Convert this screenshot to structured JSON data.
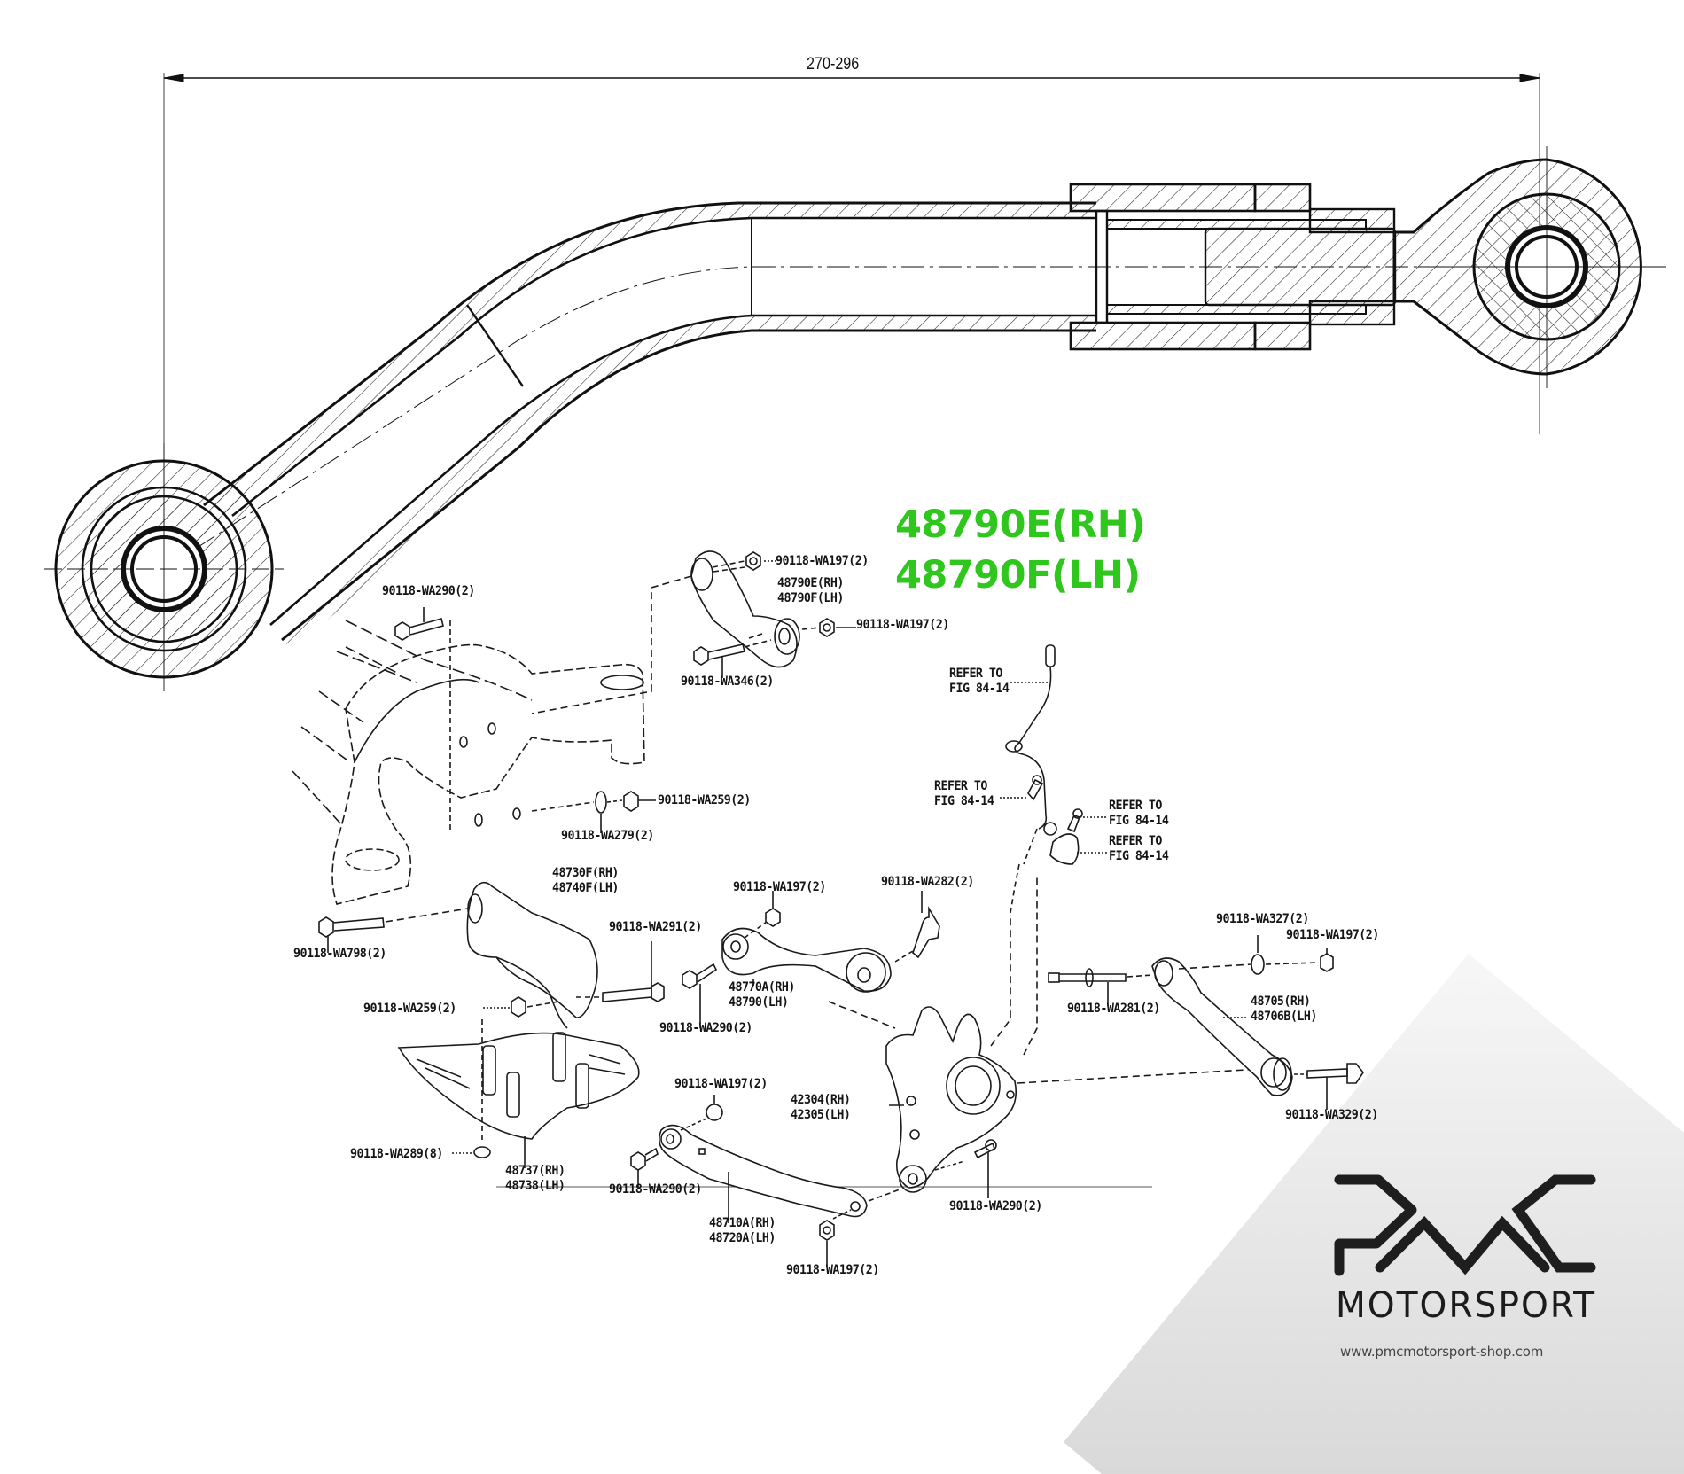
{
  "title": "Rear suspension upper control arm 48790E/48790F exploded parts diagram",
  "dimension": {
    "label": "270-296"
  },
  "highlight": {
    "part_rh": "48790E(RH)",
    "part_lh": "48790F(LH)",
    "color": "#2fc61e"
  },
  "callouts": [
    {
      "id": "nut-upper-arm-top",
      "lines": [
        "90118-WA197(2)"
      ]
    },
    {
      "id": "upper-arm",
      "lines": [
        "48790E(RH)",
        "48790F(LH)"
      ]
    },
    {
      "id": "nut-upper-arm-bottom",
      "lines": [
        "90118-WA197(2)"
      ]
    },
    {
      "id": "bolt-upper-arm",
      "lines": [
        "90118-WA346(2)"
      ]
    },
    {
      "id": "bolt-subframe-top",
      "lines": [
        "90118-WA290(2)"
      ]
    },
    {
      "id": "refer-sensor-top",
      "lines": [
        "REFER TO",
        "FIG 84-14"
      ]
    },
    {
      "id": "refer-sensor-bolt",
      "lines": [
        "REFER TO",
        "FIG 84-14"
      ]
    },
    {
      "id": "refer-bolt-right",
      "lines": [
        "REFER TO",
        "FIG 84-14"
      ]
    },
    {
      "id": "refer-cover",
      "lines": [
        "REFER TO",
        "FIG 84-14"
      ]
    },
    {
      "id": "nut-subframe",
      "lines": [
        "90118-WA259(2)"
      ]
    },
    {
      "id": "washer-subframe",
      "lines": [
        "90118-WA279(2)"
      ]
    },
    {
      "id": "lower-arm-bracket",
      "lines": [
        "48730F(RH)",
        "48740F(LH)"
      ]
    },
    {
      "id": "nut-toe-arm",
      "lines": [
        "90118-WA197(2)"
      ]
    },
    {
      "id": "bolt-toe-arm-outer",
      "lines": [
        "90118-WA282(2)"
      ]
    },
    {
      "id": "bolt-bracket",
      "lines": [
        "90118-WA291(2)"
      ]
    },
    {
      "id": "bolt-bracket-long",
      "lines": [
        "90118-WA798(2)"
      ]
    },
    {
      "id": "toe-arm",
      "lines": [
        "48770A(RH)",
        "48790(LH)"
      ]
    },
    {
      "id": "bolt-toe-arm-inner",
      "lines": [
        "90118-WA290(2)"
      ]
    },
    {
      "id": "washer-trailing",
      "lines": [
        "90118-WA327(2)"
      ]
    },
    {
      "id": "nut-trailing",
      "lines": [
        "90118-WA197(2)"
      ]
    },
    {
      "id": "bolt-trailing-front",
      "lines": [
        "90118-WA281(2)"
      ]
    },
    {
      "id": "trailing-arm",
      "lines": [
        "48705(RH)",
        "48706B(LH)"
      ]
    },
    {
      "id": "nut-bracket",
      "lines": [
        "90118-WA259(2)"
      ]
    },
    {
      "id": "knuckle",
      "lines": [
        "42304(RH)",
        "42305(LH)"
      ]
    },
    {
      "id": "nut-lower-arm-top",
      "lines": [
        "90118-WA197(2)"
      ]
    },
    {
      "id": "bolt-trailing-rear",
      "lines": [
        "90118-WA329(2)"
      ]
    },
    {
      "id": "clip-cover",
      "lines": [
        "90118-WA289(8)"
      ]
    },
    {
      "id": "under-cover",
      "lines": [
        "48737(RH)",
        "48738(LH)"
      ]
    },
    {
      "id": "bolt-lower-arm-inner",
      "lines": [
        "90118-WA290(2)"
      ]
    },
    {
      "id": "lower-arm",
      "lines": [
        "48710A(RH)",
        "48720A(LH)"
      ]
    },
    {
      "id": "bolt-knuckle",
      "lines": [
        "90118-WA290(2)"
      ]
    },
    {
      "id": "nut-lower-arm-bottom",
      "lines": [
        "90118-WA197(2)"
      ]
    }
  ],
  "brand": {
    "logo_mark": "PMC",
    "name": "MOTORSPORT",
    "url": "www.pmcmotorsport-shop.com"
  }
}
